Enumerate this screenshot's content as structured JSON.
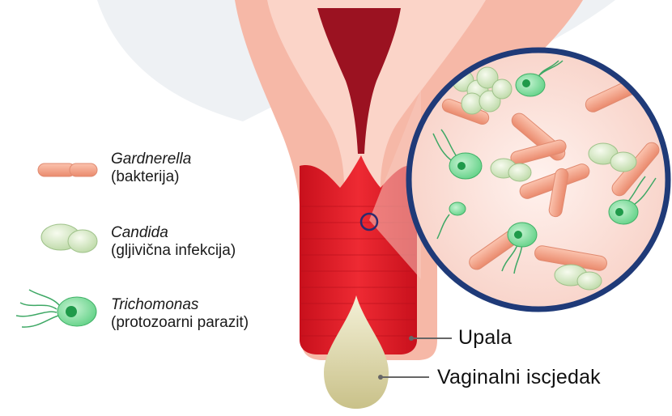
{
  "legend": [
    {
      "species": "Gardnerella",
      "desc": "(bakterija)",
      "icon": "rod-bacteria-icon",
      "color": "#f2a58a"
    },
    {
      "species": "Candida",
      "desc": "(gljivična infekcija)",
      "icon": "yeast-cells-icon",
      "color": "#d9ecc8"
    },
    {
      "species": "Trichomonas",
      "desc": "(protozoarni parazit)",
      "icon": "protozoan-icon",
      "color": "#7fd89a"
    }
  ],
  "callouts": {
    "inflammation": "Upala",
    "discharge": "Vaginalni iscjedak"
  },
  "colors": {
    "tissue": "#f5b7a8",
    "inflamed": "#e31f2a",
    "lumen": "#9b1221",
    "circle_border": "#1f3a78",
    "circle_bg": "#fbe3dc",
    "discharge": "#e5dfb4"
  }
}
